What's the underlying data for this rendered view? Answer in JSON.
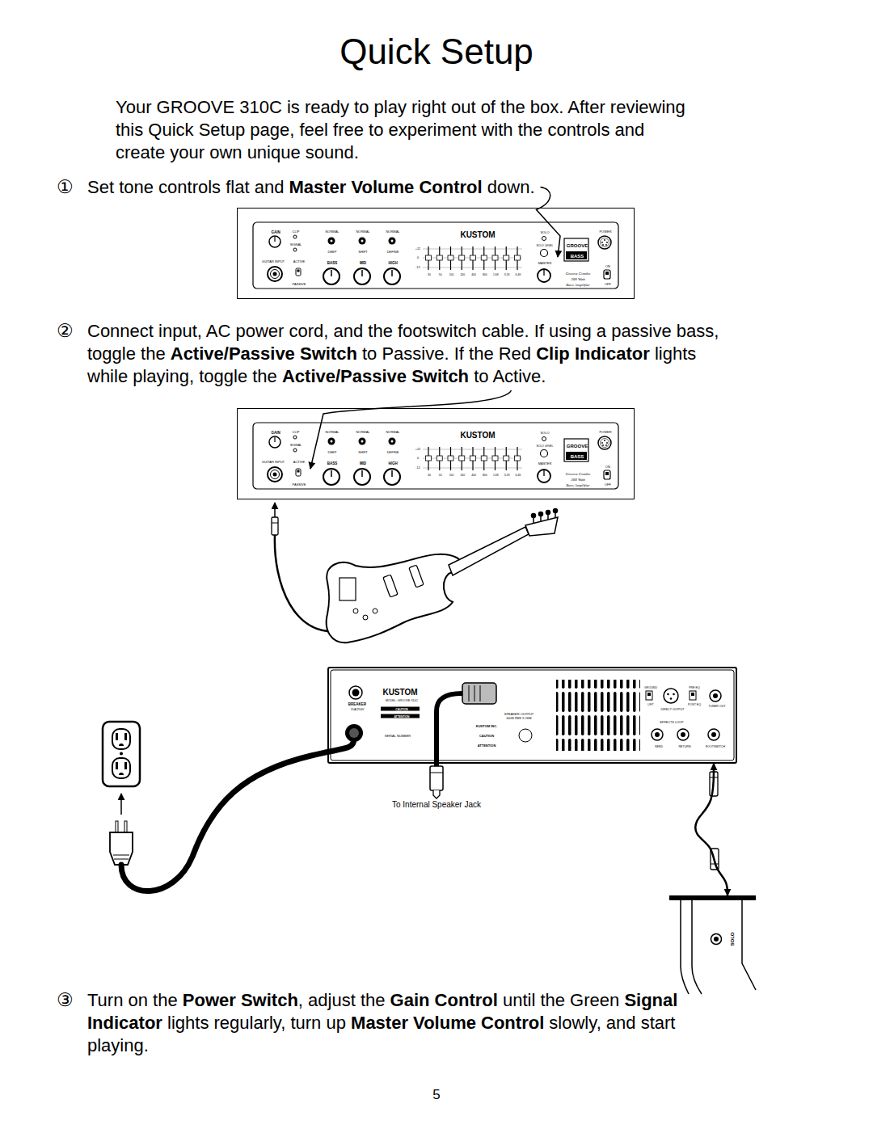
{
  "diagram": {
    "title": "Quick Setup",
    "nodes": [
      {
        "text": [
          "GAIN",
          "CLIP",
          "SIGNAL",
          "GUITAR INPUT",
          "ACTIVE",
          "PASSIVE",
          "NORMAL",
          "DEEP",
          "NORMAL",
          "SHIFT",
          "NORMAL",
          "DEFINE",
          "BASS",
          "MID",
          "HIGH",
          "KUSTOM",
          "+12",
          "0",
          "-12",
          "30",
          "50",
          "100",
          "200",
          "400",
          "800",
          "1.6K",
          "3.2K",
          "6.4K",
          "SOLO",
          "SOLO LEVEL",
          "GROOVE",
          "BASS",
          "MASTER",
          "POWER",
          "Groove Combo",
          "300 Watt",
          "Bass Amplifier",
          "ON",
          "OFF"
        ]
      },
      {
        "text": [
          "GAIN",
          "CLIP",
          "SIGNAL",
          "GUITAR INPUT",
          "ACTIVE",
          "PASSIVE",
          "NORMAL",
          "DEEP",
          "NORMAL",
          "SHIFT",
          "NORMAL",
          "DEFINE",
          "BASS",
          "MID",
          "HIGH",
          "KUSTOM",
          "+12",
          "0",
          "-12",
          "30",
          "50",
          "100",
          "200",
          "400",
          "800",
          "1.6K",
          "3.2K",
          "6.4K",
          "SOLO",
          "SOLO LEVEL",
          "GROOVE",
          "BASS",
          "MASTER",
          "POWER",
          "Groove Combo",
          "300 Watt",
          "Bass Amplifier",
          "ON",
          "OFF"
        ]
      },
      {
        "text": [
          "BREAKER",
          "15A/250V",
          "KUSTOM",
          "MODEL: GROOVE 310C",
          "CAUTION",
          "ATTENTION",
          "SERIAL NUMBER",
          "SPEAKER OUTPUT",
          "600W RMS 3 OHM",
          "KUSTOM INC.",
          "CAUTION",
          "ATTENTION",
          "GROUND",
          "LIFT",
          "DIRECT OUTPUT",
          "PRE EQ",
          "POST EQ",
          "TUNER OUT",
          "EFFECTS LOOP",
          "SEND",
          "RETURN",
          "FOOTSWITCH"
        ]
      },
      {
        "text": [
          "SOLO"
        ]
      }
    ],
    "edges": [
      {
        "from": 2,
        "to": 3,
        "arrow": "both"
      }
    ],
    "labels": [
      "Your GROOVE 310C is ready to play right out of the box. After reviewing",
      "this Quick Setup page, feel free to experiment with the controls and",
      "create your own unique sound.",
      "①",
      "Set tone controls flat and ",
      "Master Volume Control",
      " down.",
      "②",
      "Connect input, AC power cord, and the footswitch cable. If using a passive bass,",
      "toggle the ",
      "Active/Passive Switch",
      " to Passive. If the Red ",
      "Clip Indicator",
      " lights",
      "while playing, toggle the ",
      "Active/Passive Switch",
      " to Active.",
      "To Internal Speaker Jack",
      "③",
      "Turn on the ",
      "Power Switch",
      ", adjust the ",
      "Gain Control",
      " until the Green ",
      "Signal",
      "Indicator",
      " lights regularly, turn up ",
      "Master Volume Control",
      " slowly, and start",
      "playing.",
      "5"
    ]
  }
}
